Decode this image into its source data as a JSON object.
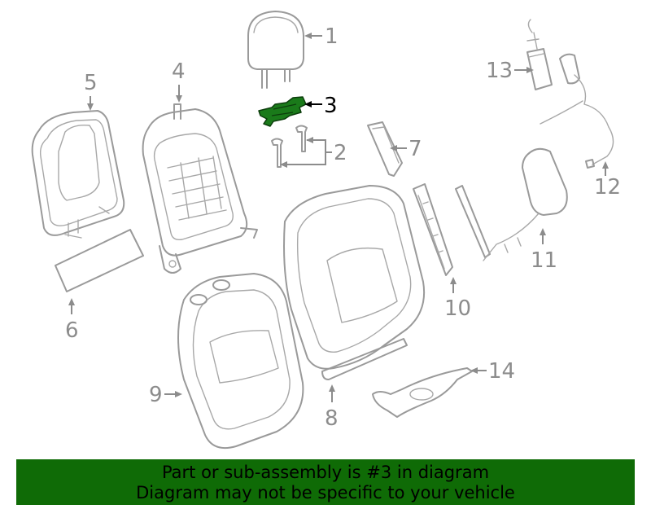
{
  "diagram": {
    "callouts": {
      "c1": "1",
      "c2": "2",
      "c3": "3",
      "c4": "4",
      "c5": "5",
      "c6": "6",
      "c7": "7",
      "c8": "8",
      "c9": "9",
      "c10": "10",
      "c11": "11",
      "c12": "12",
      "c13": "13",
      "c14": "14"
    },
    "highlighted_part": "3",
    "colors": {
      "highlight": "#1a7a1a",
      "banner": "#0f6b06",
      "line_art": "#9a9a9a"
    }
  },
  "banner": {
    "line1": "Part or sub-assembly is #3 in diagram",
    "line2": "Diagram may not be specific to your vehicle"
  }
}
